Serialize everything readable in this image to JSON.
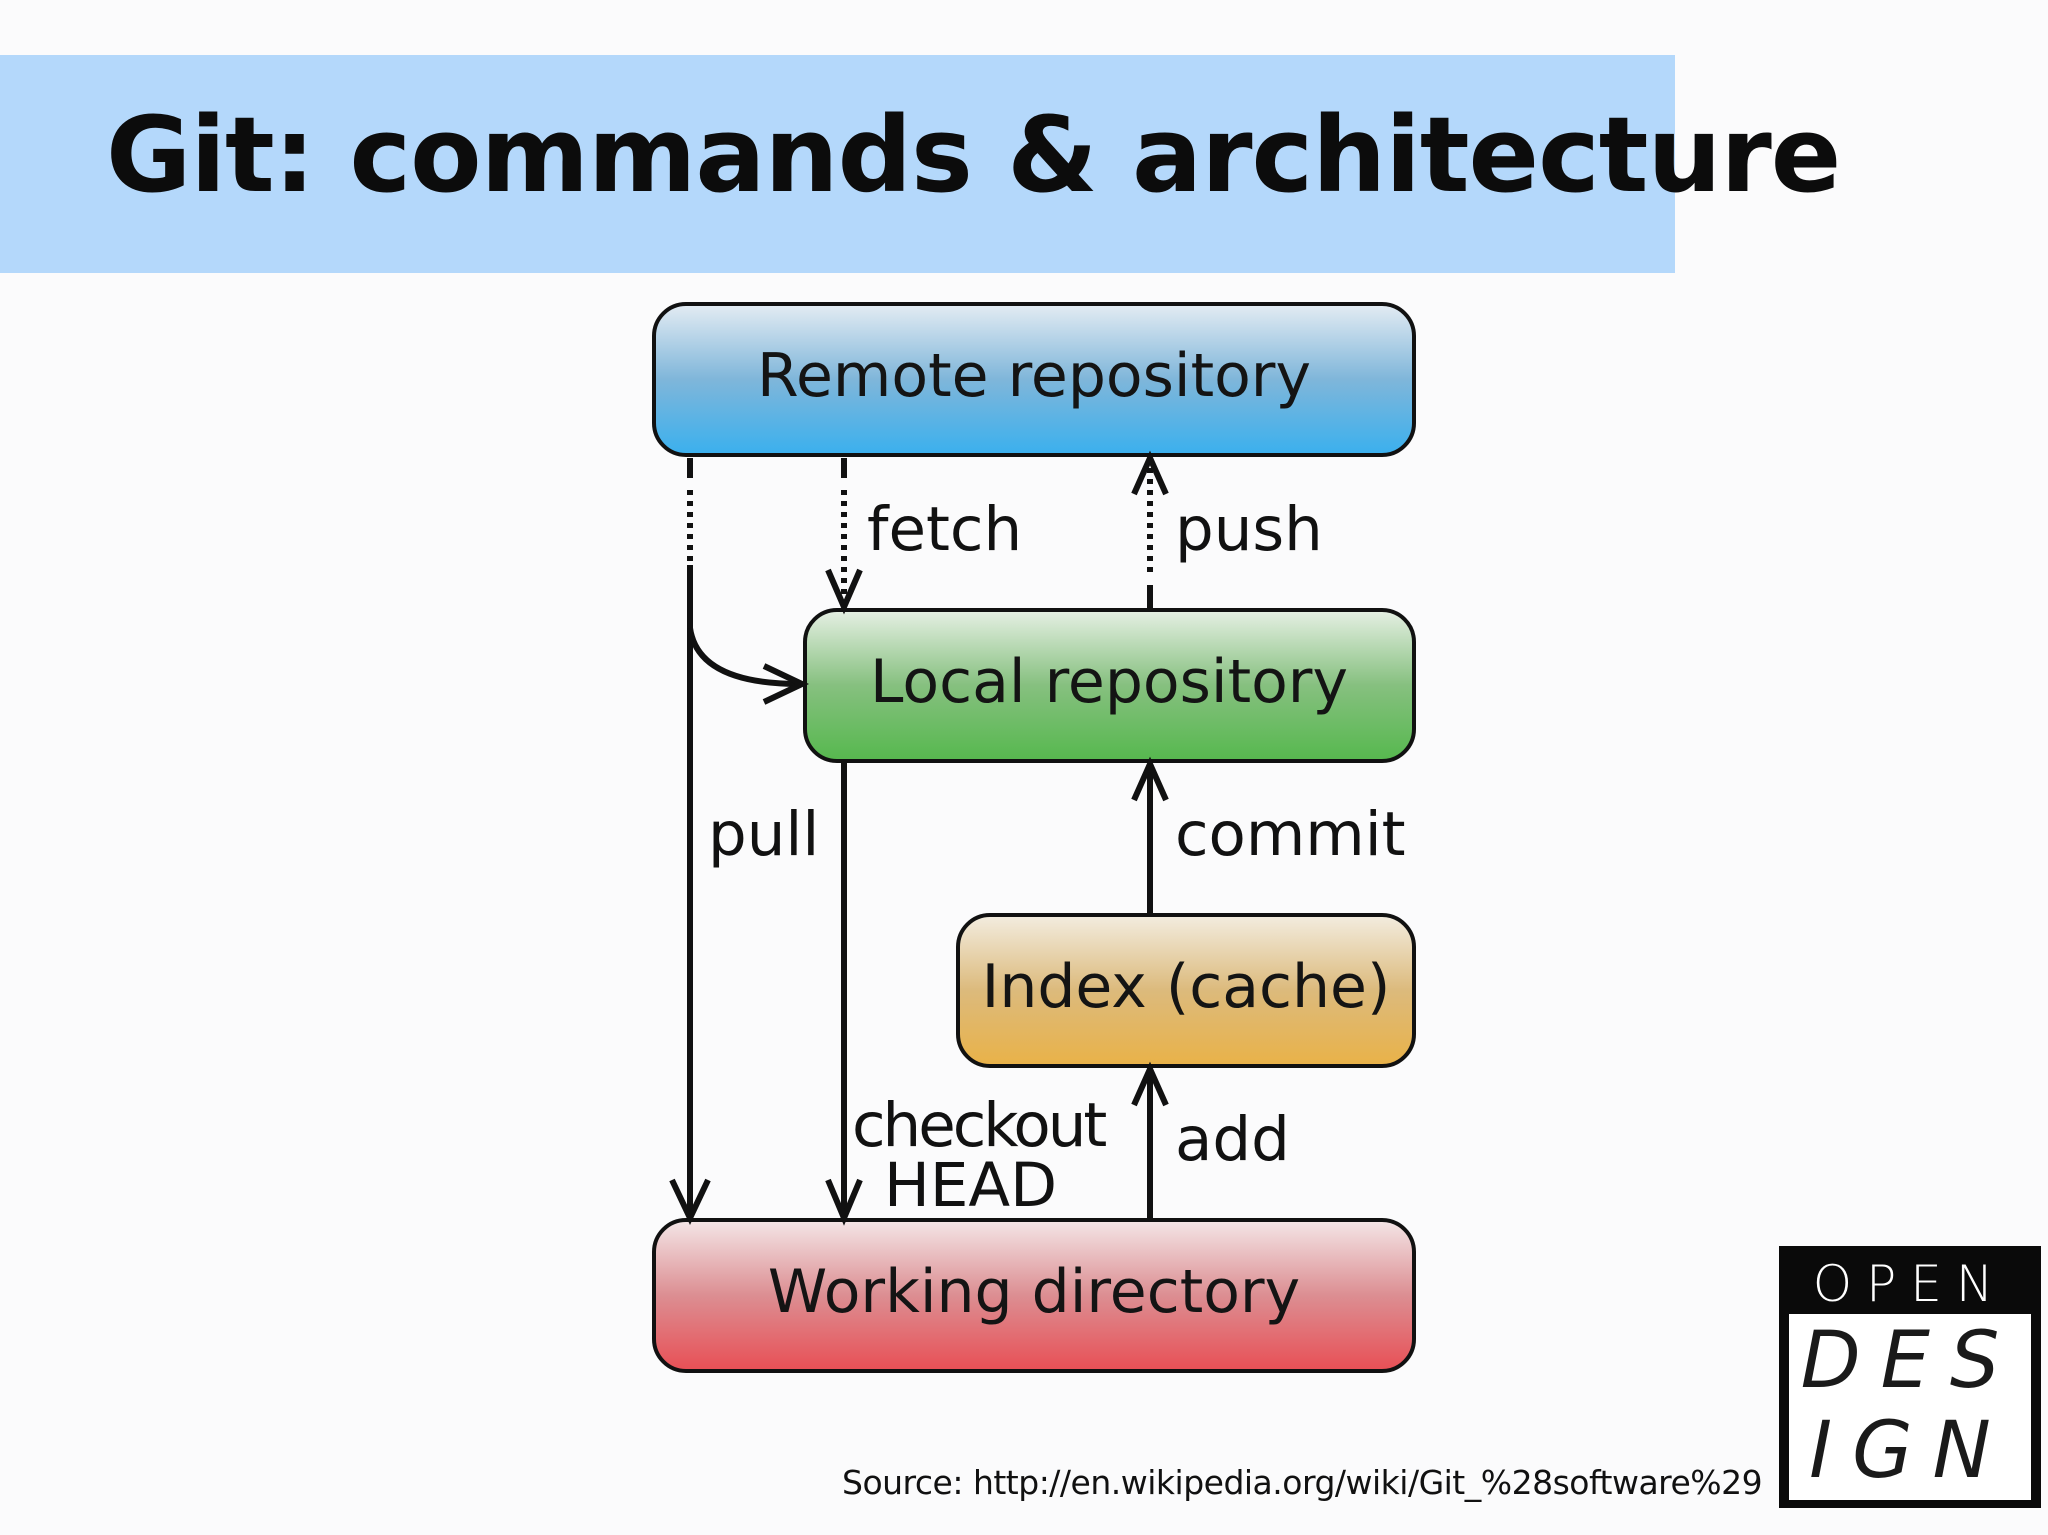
{
  "slide": {
    "title": "Git: commands & architecture",
    "source": "Source: http://en.wikipedia.org/wiki/Git_%28software%29"
  },
  "diagram": {
    "boxes": {
      "remote": "Remote repository",
      "local": "Local repository",
      "index": "Index (cache)",
      "working": "Working directory"
    },
    "edges": {
      "fetch": "fetch",
      "push": "push",
      "pull": "pull",
      "commit": "commit",
      "checkout_line1": "checkout",
      "checkout_line2": "HEAD",
      "add": "add"
    },
    "colors": {
      "remote": "#5bb0e0",
      "local": "#5cb85c",
      "index": "#e3b455",
      "working": "#e05a5e",
      "title_band": "#b4d8fb"
    }
  },
  "logo": {
    "top": "OPEN",
    "row1": "DES",
    "row2": "IGN"
  }
}
